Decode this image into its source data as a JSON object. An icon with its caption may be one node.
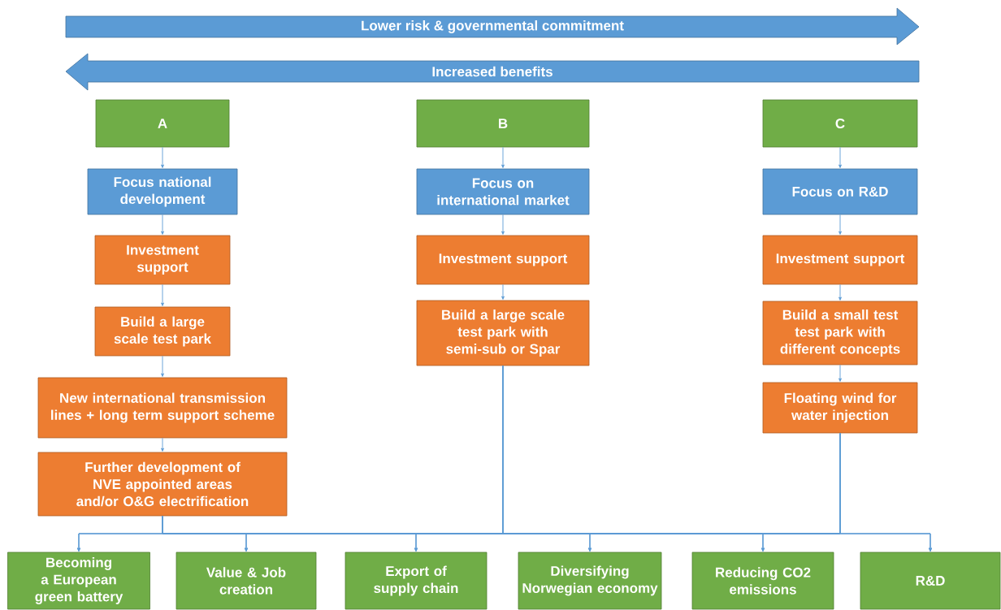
{
  "diagram": {
    "nodes": [
      {
        "text": [
          "Lower risk & governmental commitment"
        ]
      },
      {
        "text": [
          "Increased benefits"
        ]
      },
      {
        "text": [
          "A"
        ]
      },
      {
        "text": [
          "Focus national development"
        ]
      },
      {
        "text": [
          "Investment support"
        ]
      },
      {
        "text": [
          "Build a large scale test park"
        ]
      },
      {
        "text": [
          "New international transmission lines + long term support scheme"
        ]
      },
      {
        "text": [
          "Further development of NVE appointed areas and/or O&G electrification"
        ]
      },
      {
        "text": [
          "B"
        ]
      },
      {
        "text": [
          "Focus on international market"
        ]
      },
      {
        "text": [
          "Investment support"
        ]
      },
      {
        "text": [
          "Build a large scale test park with semi-sub or Spar"
        ]
      },
      {
        "text": [
          "C"
        ]
      },
      {
        "text": [
          "Focus on R&D"
        ]
      },
      {
        "text": [
          "Investment support"
        ]
      },
      {
        "text": [
          "Build a small test test park with different concepts"
        ]
      },
      {
        "text": [
          "Floating wind for water injection"
        ]
      },
      {
        "text": [
          "Becoming a European green battery"
        ]
      },
      {
        "text": [
          "Value & Job creation"
        ]
      },
      {
        "text": [
          "Export of supply chain"
        ]
      },
      {
        "text": [
          "Diversifying Norwegian economy"
        ]
      },
      {
        "text": [
          "Reducing CO2 emissions"
        ]
      },
      {
        "text": [
          "R&D"
        ]
      }
    ],
    "edges": [
      {
        "from": 2,
        "to": 3,
        "arrow": "to"
      },
      {
        "from": 3,
        "to": 4,
        "arrow": "to"
      },
      {
        "from": 4,
        "to": 5,
        "arrow": "to"
      },
      {
        "from": 5,
        "to": 6,
        "arrow": "to"
      },
      {
        "from": 6,
        "to": 7,
        "arrow": "to"
      },
      {
        "from": 8,
        "to": 9,
        "arrow": "to"
      },
      {
        "from": 9,
        "to": 10,
        "arrow": "to"
      },
      {
        "from": 10,
        "to": 11,
        "arrow": "to"
      },
      {
        "from": 12,
        "to": 13,
        "arrow": "to"
      },
      {
        "from": 13,
        "to": 14,
        "arrow": "to"
      },
      {
        "from": 14,
        "to": 15,
        "arrow": "to"
      },
      {
        "from": 15,
        "to": 16,
        "arrow": "to"
      },
      {
        "from": 7,
        "to": 17,
        "arrow": "to"
      },
      {
        "from": 7,
        "to": 18,
        "arrow": "to"
      },
      {
        "from": 7,
        "to": 19,
        "arrow": "to"
      },
      {
        "from": 7,
        "to": 20,
        "arrow": "to"
      },
      {
        "from": 7,
        "to": 21,
        "arrow": "to"
      },
      {
        "from": 7,
        "to": 22,
        "arrow": "to"
      },
      {
        "from": 11,
        "to": 17,
        "arrow": "to"
      },
      {
        "from": 11,
        "to": 18,
        "arrow": "to"
      },
      {
        "from": 11,
        "to": 19,
        "arrow": "to"
      },
      {
        "from": 11,
        "to": 20,
        "arrow": "to"
      },
      {
        "from": 11,
        "to": 21,
        "arrow": "to"
      },
      {
        "from": 11,
        "to": 22,
        "arrow": "to"
      },
      {
        "from": 16,
        "to": 17,
        "arrow": "to"
      },
      {
        "from": 16,
        "to": 18,
        "arrow": "to"
      },
      {
        "from": 16,
        "to": 19,
        "arrow": "to"
      },
      {
        "from": 16,
        "to": 20,
        "arrow": "to"
      },
      {
        "from": 16,
        "to": 21,
        "arrow": "to"
      },
      {
        "from": 16,
        "to": 22,
        "arrow": "to"
      }
    ]
  }
}
